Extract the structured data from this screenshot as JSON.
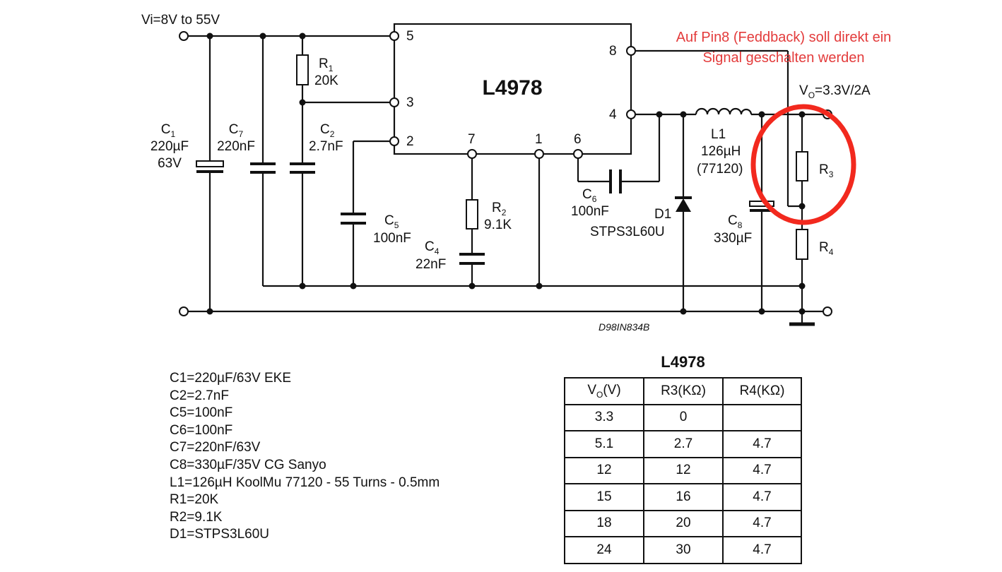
{
  "schematic": {
    "input_label": "Vi=8V to 55V",
    "chip_name": "L4978",
    "pins": {
      "p5": "5",
      "p3": "3",
      "p2": "2",
      "p7": "7",
      "p1": "1",
      "p6": "6",
      "p8": "8",
      "p4": "4"
    },
    "c1": {
      "ref": "C",
      "sub": "1",
      "value": "220µF",
      "voltage": "63V"
    },
    "c7": {
      "ref": "C",
      "sub": "7",
      "value": "220nF"
    },
    "r1": {
      "ref": "R",
      "sub": "1",
      "value": "20K"
    },
    "c2": {
      "ref": "C",
      "sub": "2",
      "value": "2.7nF"
    },
    "c5": {
      "ref": "C",
      "sub": "5",
      "value": "100nF"
    },
    "r2": {
      "ref": "R",
      "sub": "2",
      "value": "9.1K"
    },
    "c4": {
      "ref": "C",
      "sub": "4",
      "value": "22nF"
    },
    "c6": {
      "ref": "C",
      "sub": "6",
      "value": "100nF"
    },
    "d1": {
      "ref": "D1",
      "value": "STPS3L60U"
    },
    "l1": {
      "ref": "L1",
      "value": "126µH",
      "core": "(77120)"
    },
    "c8": {
      "ref": "C",
      "sub": "8",
      "value": "330µF"
    },
    "r3": {
      "ref": "R",
      "sub": "3"
    },
    "r4": {
      "ref": "R",
      "sub": "4"
    },
    "output_label": {
      "v": "V",
      "sub": "O",
      "value": "=3.3V/2A"
    },
    "drawing_code": "D98IN834B",
    "annotation": {
      "line1": "Auf Pin8 (Feddback) soll direkt ein",
      "line2": "Signal geschalten werden",
      "color": "#e33b3b"
    }
  },
  "parts_list": [
    "C1=220µF/63V EKE",
    "C2=2.7nF",
    "C5=100nF",
    "C6=100nF",
    "C7=220nF/63V",
    "C8=330µF/35V CG Sanyo",
    "L1=126µH KoolMu 77120 - 55 Turns - 0.5mm",
    "R1=20K",
    "R2=9.1K",
    "D1=STPS3L60U"
  ],
  "table": {
    "title": "L4978",
    "header": {
      "vo_main": "V",
      "vo_sub": "O",
      "vo_unit": "(V)",
      "r3": "R3(KΩ)",
      "r4": "R4(KΩ)"
    },
    "rows": [
      [
        "3.3",
        "0",
        ""
      ],
      [
        "5.1",
        "2.7",
        "4.7"
      ],
      [
        "12",
        "12",
        "4.7"
      ],
      [
        "15",
        "16",
        "4.7"
      ],
      [
        "18",
        "20",
        "4.7"
      ],
      [
        "24",
        "30",
        "4.7"
      ]
    ]
  }
}
